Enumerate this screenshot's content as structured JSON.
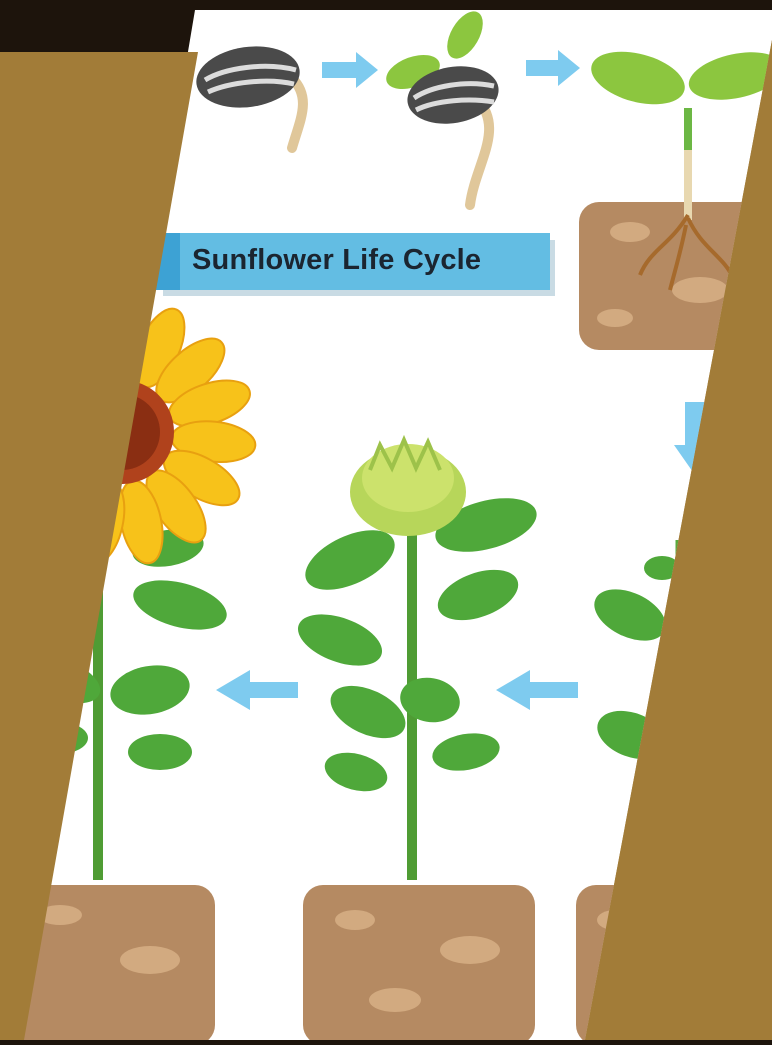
{
  "diagram": {
    "title": "Sunflower Life Cycle",
    "stages": [
      {
        "id": "seed",
        "icon": "seed-icon"
      },
      {
        "id": "germinating-seed",
        "icon": "germinating-seed-icon"
      },
      {
        "id": "seedling",
        "icon": "seedling-icon"
      },
      {
        "id": "young-plant",
        "icon": "young-plant-icon"
      },
      {
        "id": "budding-plant",
        "icon": "budding-plant-icon"
      },
      {
        "id": "flowering-sunflower",
        "icon": "sunflower-icon"
      }
    ]
  },
  "colors": {
    "backdrop": "#a27c38",
    "top_bar": "#1d140c",
    "paper": "#ffffff",
    "banner": "#63bde3",
    "arrow": "#7ecbef",
    "leaf": "#4fa83a",
    "soil": "#b58a62",
    "petal": "#f7c21a",
    "flower_center": "#b0421c"
  }
}
